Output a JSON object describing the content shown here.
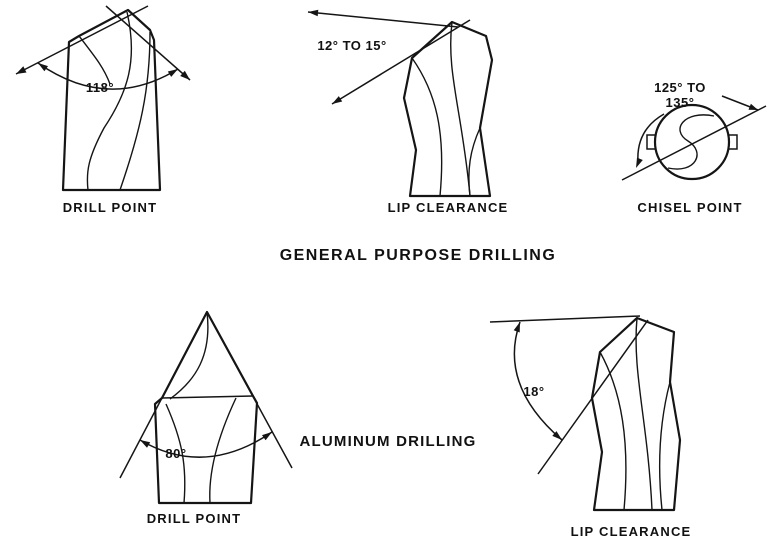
{
  "page": {
    "background": "#ffffff",
    "ink": "#111111"
  },
  "sections": {
    "general_purpose": {
      "title": "GENERAL PURPOSE DRILLING",
      "drill_point": {
        "caption": "DRILL POINT",
        "angle_label": "118°"
      },
      "lip_clearance": {
        "caption": "LIP CLEARANCE",
        "angle_label": "12° TO 15°"
      },
      "chisel_point": {
        "caption": "CHISEL POINT",
        "angle_label_line1": "125° TO",
        "angle_label_line2": "135°"
      }
    },
    "aluminum": {
      "title": "ALUMINUM DRILLING",
      "drill_point": {
        "caption": "DRILL POINT",
        "angle_label": "80°"
      },
      "lip_clearance": {
        "caption": "LIP CLEARANCE",
        "angle_label": "18°"
      }
    }
  }
}
